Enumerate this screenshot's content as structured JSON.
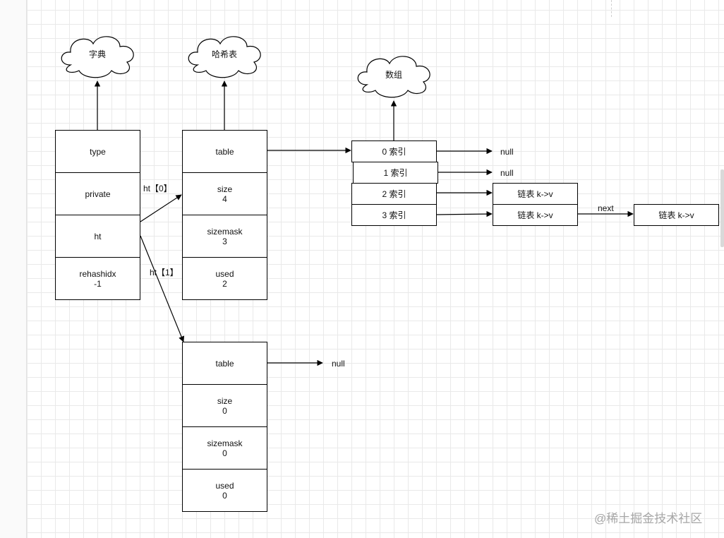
{
  "clouds": {
    "dict": "字典",
    "hashtable": "哈希表",
    "array": "数组"
  },
  "dict_struct": {
    "type": "type",
    "private": "private",
    "ht": "ht",
    "rehashidx": "rehashidx\n-1"
  },
  "ht0": {
    "table": "table",
    "size": "size\n4",
    "sizemask": "sizemask\n3",
    "used": "used\n2"
  },
  "ht1": {
    "table": "table",
    "size": "size\n0",
    "sizemask": "sizemask\n0",
    "used": "used\n0"
  },
  "array": {
    "index0": "0 索引",
    "index1": "1  索引",
    "index2": "2  索引",
    "index3": "3  索引"
  },
  "labels": {
    "ht0": "ht【0】",
    "ht1": "ht【1】",
    "null": "null",
    "next": "next"
  },
  "nodes": {
    "node1": "链表 k->v",
    "node2": "链表 k->v",
    "node3": "链表 k->v"
  },
  "watermark": "@稀土掘金技术社区"
}
